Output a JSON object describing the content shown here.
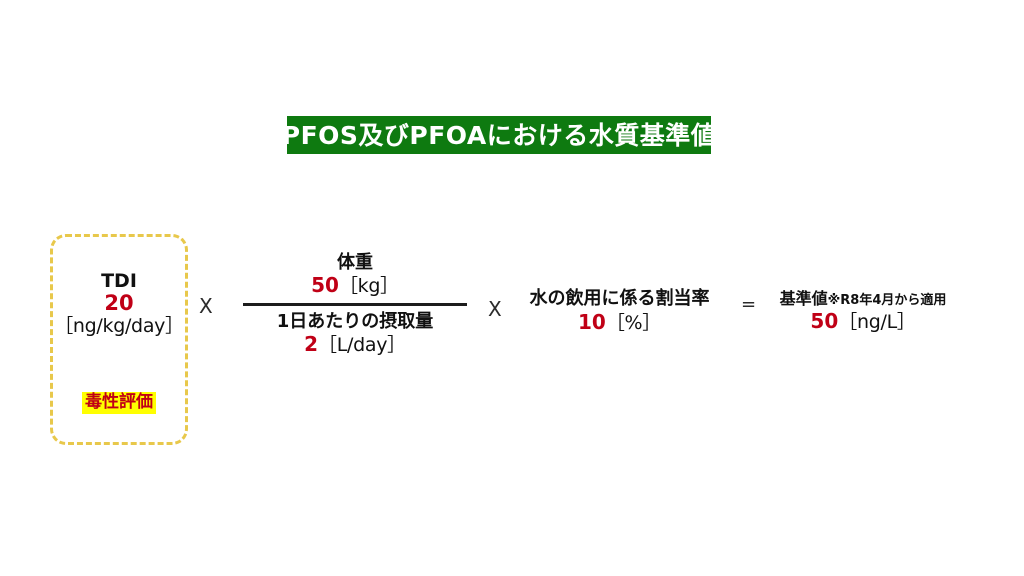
{
  "title": {
    "text": "PFOS及びPFOAにおける水質基準値",
    "background_color": "#0e7a10",
    "text_color": "#ffffff"
  },
  "colors": {
    "accent_red": "#c00016",
    "highlight_yellow": "#ffff00",
    "dashed_border": "#e8c84b",
    "banner_green": "#0e7a10",
    "text_black": "#111111"
  },
  "formula": {
    "tdi": {
      "label": "TDI",
      "value": "20",
      "unit": "［ng/kg/day］",
      "tag": "毒性評価"
    },
    "operator_1": "X",
    "fraction": {
      "numerator": {
        "title": "体重",
        "value": "50",
        "unit": "［kg］"
      },
      "denominator": {
        "title": "1日あたりの摂取量",
        "value": "2",
        "unit": "［L/day］"
      }
    },
    "operator_2": "X",
    "allocation": {
      "title": "水の飲用に係る割当率",
      "value": "10",
      "unit": "［%］"
    },
    "operator_equals": "=",
    "result": {
      "title_main": "基準値",
      "title_note": "※R8年4月から適用",
      "value": "50",
      "unit": "［ng/L］"
    }
  }
}
